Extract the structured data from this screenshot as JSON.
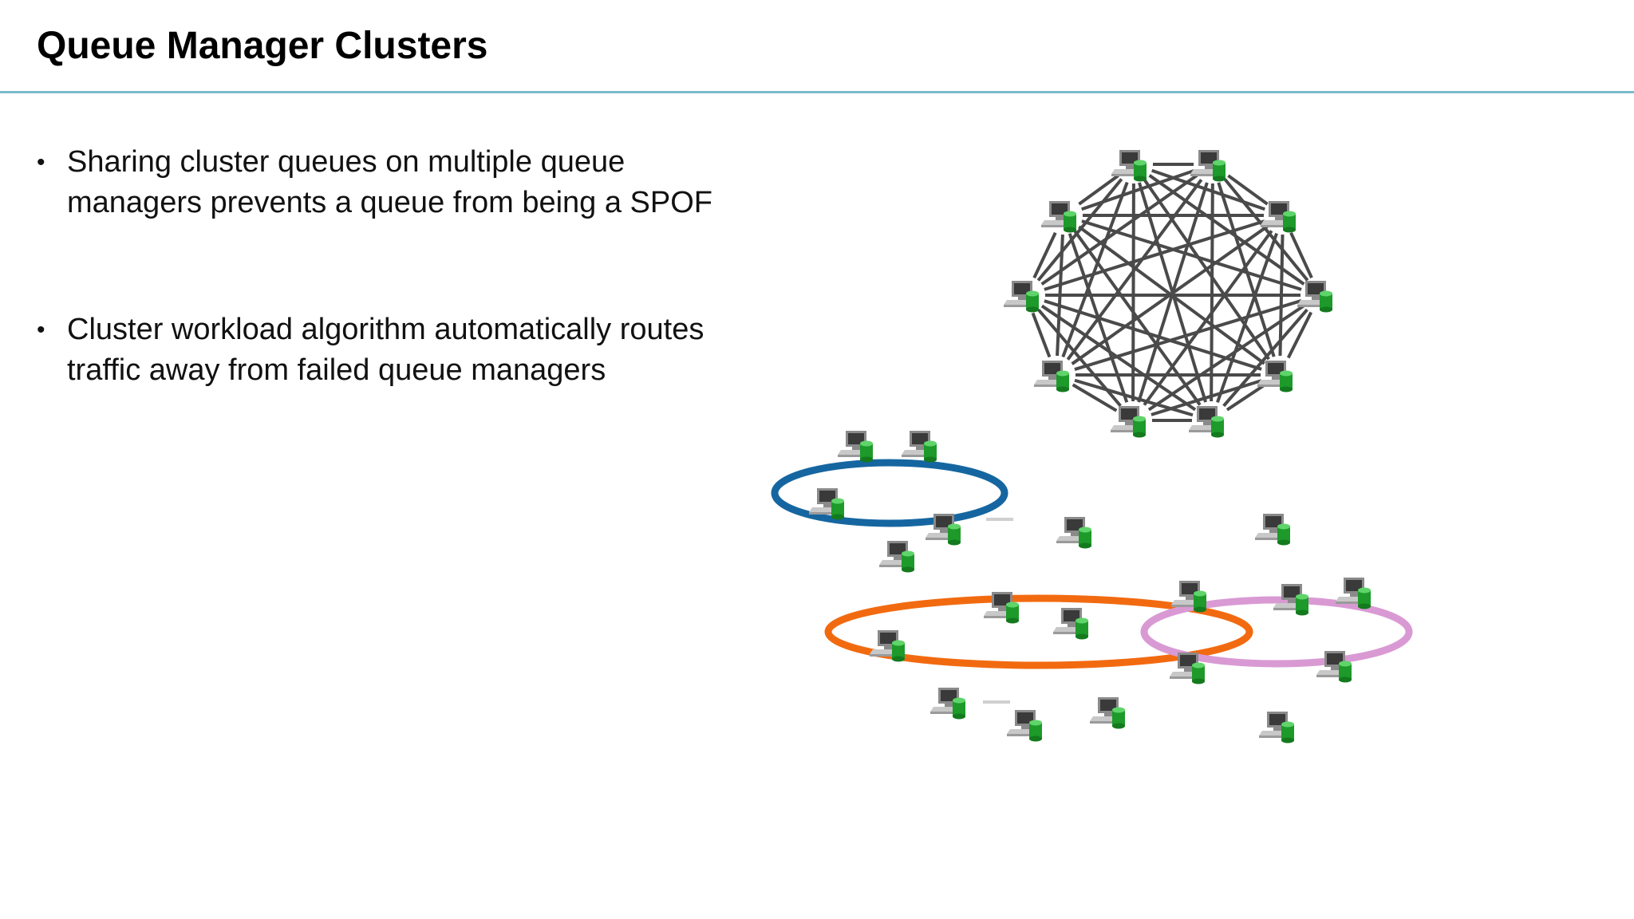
{
  "slide": {
    "title": "Queue Manager Clusters",
    "bullets": [
      "Sharing cluster queues on multiple queue managers prevents a queue from being a SPOF",
      "Cluster workload algorithm automatically routes traffic away from failed queue managers"
    ],
    "bullet_glyph": "•"
  },
  "diagram": {
    "icon": "queue-manager-icon",
    "colors": {
      "mesh_line": "#4a4a4a",
      "blue_cluster": "#1566a0",
      "orange_cluster": "#f26a10",
      "pink_cluster": "#d99ad4",
      "monitor": "#6a6a6a",
      "disk": "#1d9a2a"
    },
    "mesh_node_count": 10,
    "clusters": [
      "blue",
      "orange",
      "pink"
    ]
  }
}
